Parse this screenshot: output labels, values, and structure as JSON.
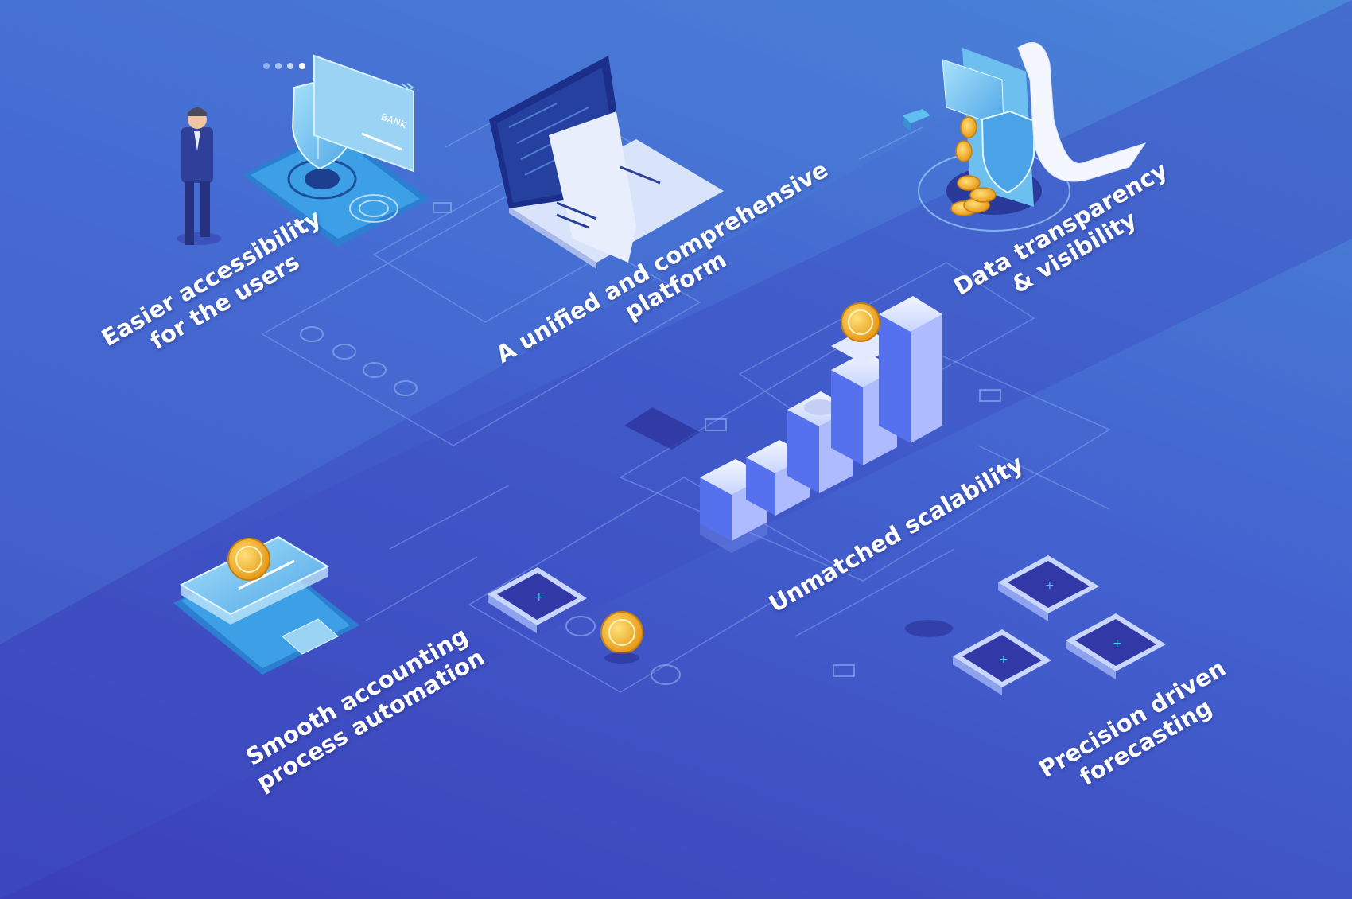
{
  "features": [
    {
      "line1": "Easier accessibility",
      "line2": "for the users",
      "icon": "secure-mobile-banking-illustration"
    },
    {
      "line1": "A unified and comprehensive",
      "line2": "platform",
      "icon": "laptop-receipt-illustration"
    },
    {
      "line1": "Data transparency",
      "line2": "& visibility",
      "icon": "phone-shield-coins-illustration"
    },
    {
      "line1": "Unmatched scalability",
      "line2": "",
      "icon": "growth-bar-chart-illustration"
    },
    {
      "line1": "Smooth accounting",
      "line2": "process automation",
      "icon": "card-payment-illustration"
    },
    {
      "line1": "Precision driven",
      "line2": "forecasting",
      "icon": "processor-chips-illustration"
    }
  ],
  "bank_card_text": "BANK",
  "colors": {
    "bg_top": "#4a86d8",
    "bg_bottom": "#3b3fb8",
    "accent_light": "#9fd8f5",
    "coin": "#f4b52e",
    "text": "#ffffff"
  }
}
